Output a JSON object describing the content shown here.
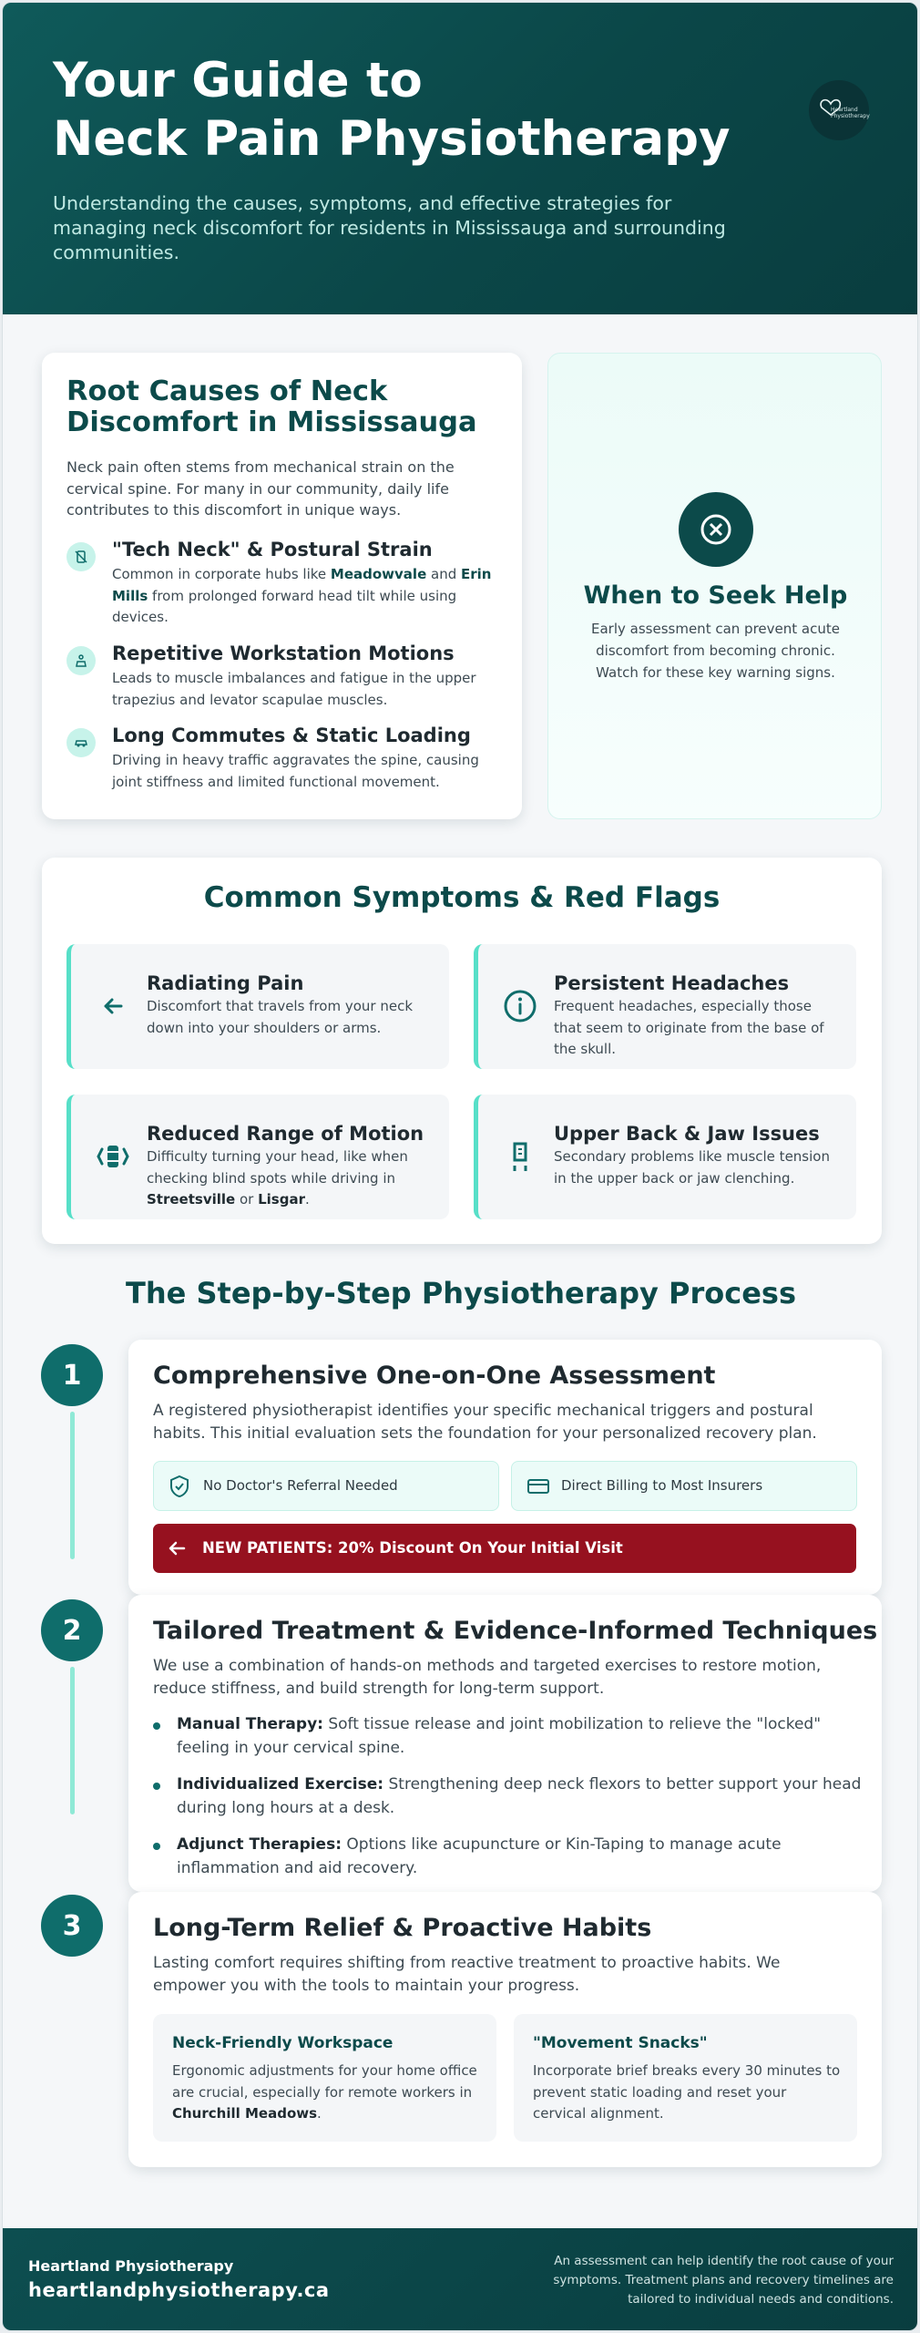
{
  "hero": {
    "title_line1": "Your Guide to",
    "title_line2": "Neck Pain Physiotherapy",
    "subtitle": "Understanding the causes, symptoms, and effective strategies for managing neck discomfort for residents in Mississauga and surrounding communities.",
    "logo_text_line1": "Heartland",
    "logo_text_line2": "Physiotherapy"
  },
  "causes": {
    "title": "Root Causes of Neck Discomfort in Mississauga",
    "intro": "Neck pain often stems from mechanical strain on the cervical spine. For many in our community, daily life contributes to this discomfort in unique ways.",
    "items": [
      {
        "icon": "phone-off-icon",
        "title": "\"Tech Neck\" & Postural Strain",
        "body_pre": "Common in corporate hubs like ",
        "body_b1": "Meadowvale",
        "body_mid": " and ",
        "body_b2": "Erin Mills",
        "body_post": " from prolonged forward head tilt while using devices."
      },
      {
        "icon": "hand-icon",
        "title": "Repetitive Workstation Motions",
        "body": "Leads to muscle imbalances and fatigue in the upper trapezius and levator scapulae muscles."
      },
      {
        "icon": "car-icon",
        "title": "Long Commutes & Static Loading",
        "body": "Driving in heavy traffic aggravates the spine, causing joint stiffness and limited functional movement."
      }
    ]
  },
  "seek_help": {
    "icon": "x-circle-icon",
    "title": "When to Seek Help",
    "text": "Early assessment can prevent acute discomfort from becoming chronic. Watch for these key warning signs."
  },
  "symptoms": {
    "title": "Common Symptoms & Red Flags",
    "items": [
      {
        "icon": "arrow-left-icon",
        "title": "Radiating Pain",
        "body": "Discomfort that travels from your neck down into your shoulders or arms."
      },
      {
        "icon": "info-icon",
        "title": "Persistent Headaches",
        "body": "Frequent headaches, especially those that seem to originate from the base of the skull."
      },
      {
        "icon": "rotate-icon",
        "title": "Reduced Range of Motion",
        "body_pre": "Difficulty turning your head, like when checking blind spots while driving in ",
        "body_b1": "Streetsville",
        "body_mid": " or ",
        "body_b2": "Lisgar",
        "body_post": "."
      },
      {
        "icon": "chair-icon",
        "title": "Upper Back & Jaw Issues",
        "body": "Secondary problems like muscle tension in the upper back or jaw clenching."
      }
    ]
  },
  "process": {
    "title": "The Step-by-Step Physiotherapy Process",
    "steps": [
      {
        "number": "1",
        "title": "Comprehensive One-on-One Assessment",
        "text": "A registered physiotherapist identifies your specific mechanical triggers and postural habits. This initial evaluation sets the foundation for your personalized recovery plan.",
        "badge1": "No Doctor's Referral Needed",
        "badge2": "Direct Billing to Most Insurers",
        "promo": "NEW PATIENTS: 20% Discount On Your Initial Visit"
      },
      {
        "number": "2",
        "title": "Tailored Treatment & Evidence-Informed Techniques",
        "text": "We use a combination of hands-on methods and targeted exercises to restore motion, reduce stiffness, and build strength for long-term support.",
        "bullets": [
          {
            "label": "Manual Therapy:",
            "text": " Soft tissue release and joint mobilization to relieve the \"locked\" feeling in your cervical spine."
          },
          {
            "label": "Individualized Exercise:",
            "text": " Strengthening deep neck flexors to better support your head during long hours at a desk."
          },
          {
            "label": "Adjunct Therapies:",
            "text": " Options like acupuncture or Kin-Taping to manage acute inflammation and aid recovery."
          }
        ]
      },
      {
        "number": "3",
        "title": "Long-Term Relief & Proactive Habits",
        "text": "Lasting comfort requires shifting from reactive treatment to proactive habits. We empower you with the tools to maintain your progress.",
        "tip1_title": "Neck-Friendly Workspace",
        "tip1_pre": "Ergonomic adjustments for your home office are crucial, especially for remote workers in ",
        "tip1_b": "Churchill Meadows",
        "tip1_post": ".",
        "tip2_title": "\"Movement Snacks\"",
        "tip2_body": "Incorporate brief breaks every 30 minutes to prevent static loading and reset your cervical alignment."
      }
    ]
  },
  "footer": {
    "name": "Heartland Physiotherapy",
    "url": "heartlandphysiotherapy.ca",
    "note": "An assessment can help identify the root cause of your symptoms. Treatment plans and recovery timelines are tailored to individual needs and conditions."
  },
  "colors": {
    "primary": "#0c4a4a",
    "accent": "#57dfc8",
    "promo": "#96111f"
  }
}
